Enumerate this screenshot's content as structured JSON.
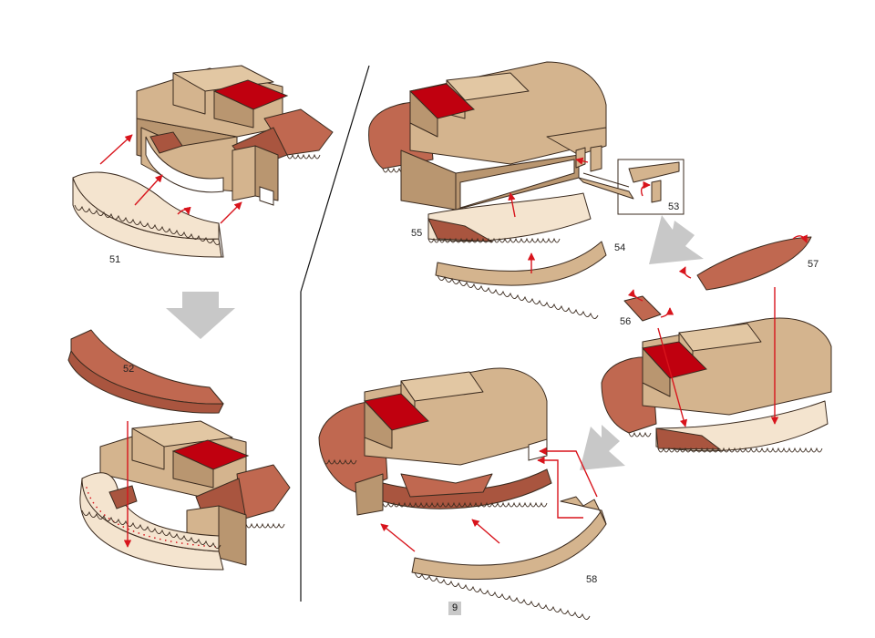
{
  "step_labels": {
    "s51": "51",
    "s52": "52",
    "s53": "53",
    "s54": "54",
    "s55": "55",
    "s56": "56",
    "s57": "57",
    "s58": "58"
  },
  "page_number": "9",
  "colors": {
    "tan": "#d4b48e",
    "red": "#c0000f",
    "rust": "#c06850",
    "cream": "#f4e4cf",
    "arrow": "#d8141c",
    "gray_arrow": "#c8c8c8"
  }
}
